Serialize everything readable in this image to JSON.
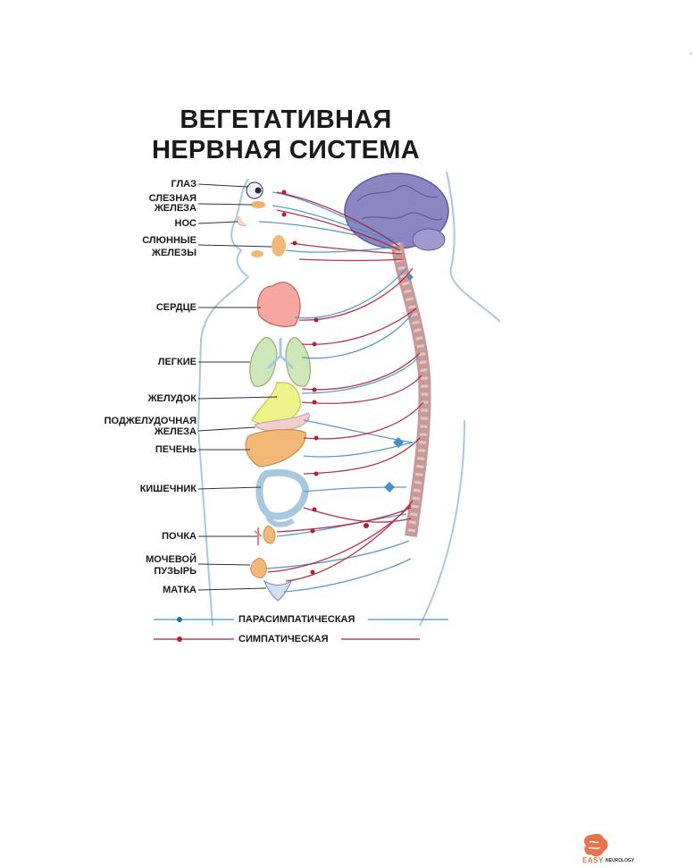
{
  "title": {
    "line1": "ВЕГЕТАТИВНАЯ",
    "line2": "НЕРВНАЯ СИСТЕМА"
  },
  "organs": {
    "eye": "ГЛАЗ",
    "lacrimal_1": "СЛЕЗНАЯ",
    "lacrimal_2": "ЖЕЛЕЗА",
    "nose": "НОС",
    "salivary_1": "СЛЮННЫЕ",
    "salivary_2": "ЖЕЛЕЗЫ",
    "heart": "СЕРДЦЕ",
    "lungs": "ЛЕГКИЕ",
    "stomach": "ЖЕЛУДОК",
    "pancreas_1": "ПОДЖЕЛУДОЧНАЯ",
    "pancreas_2": "ЖЕЛЕЗА",
    "liver": "ПЕЧЕНЬ",
    "intestine": "КИШЕЧНИК",
    "kidney": "ПОЧКА",
    "bladder_1": "МОЧЕВОЙ",
    "bladder_2": "ПУЗЫРЬ",
    "uterus": "МАТКА"
  },
  "legend": {
    "parasympathetic": "ПАРАСИМПАТИЧЕСКАЯ",
    "sympathetic": "СИМПАТИЧЕСКАЯ"
  },
  "colors": {
    "parasympathetic": "#4a90c8",
    "sympathetic": "#b0203a",
    "brain": "#8c86c4",
    "body_outline": "#a9c8e0",
    "logo": "#e8734a"
  },
  "logo": {
    "part1": "EASY",
    "part2": "NEUROLOGY"
  }
}
